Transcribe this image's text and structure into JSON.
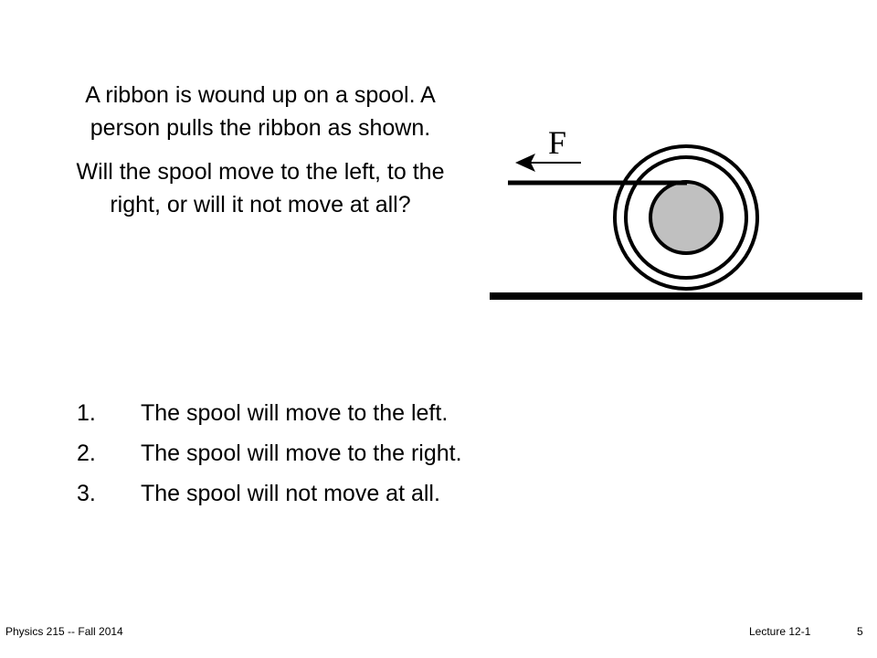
{
  "question": {
    "paragraph1": "A ribbon is wound up on a spool.  A person pulls the ribbon as shown.",
    "paragraph2": "Will the spool move to the left, to the right, or will it not move at all?"
  },
  "figure": {
    "force_label": "F",
    "colors": {
      "stroke": "#000000",
      "hub_fill": "#c0c0c0",
      "spool_fill": "#ffffff"
    }
  },
  "choices": [
    {
      "number": "1.",
      "text": "The spool will move to the left."
    },
    {
      "number": "2.",
      "text": "The spool will move to the right."
    },
    {
      "number": "3.",
      "text": "The spool will not move at all."
    }
  ],
  "footer": {
    "course": "Physics 215 -- Fall 2014",
    "lecture": "Lecture 12-1",
    "page_number": "5"
  }
}
